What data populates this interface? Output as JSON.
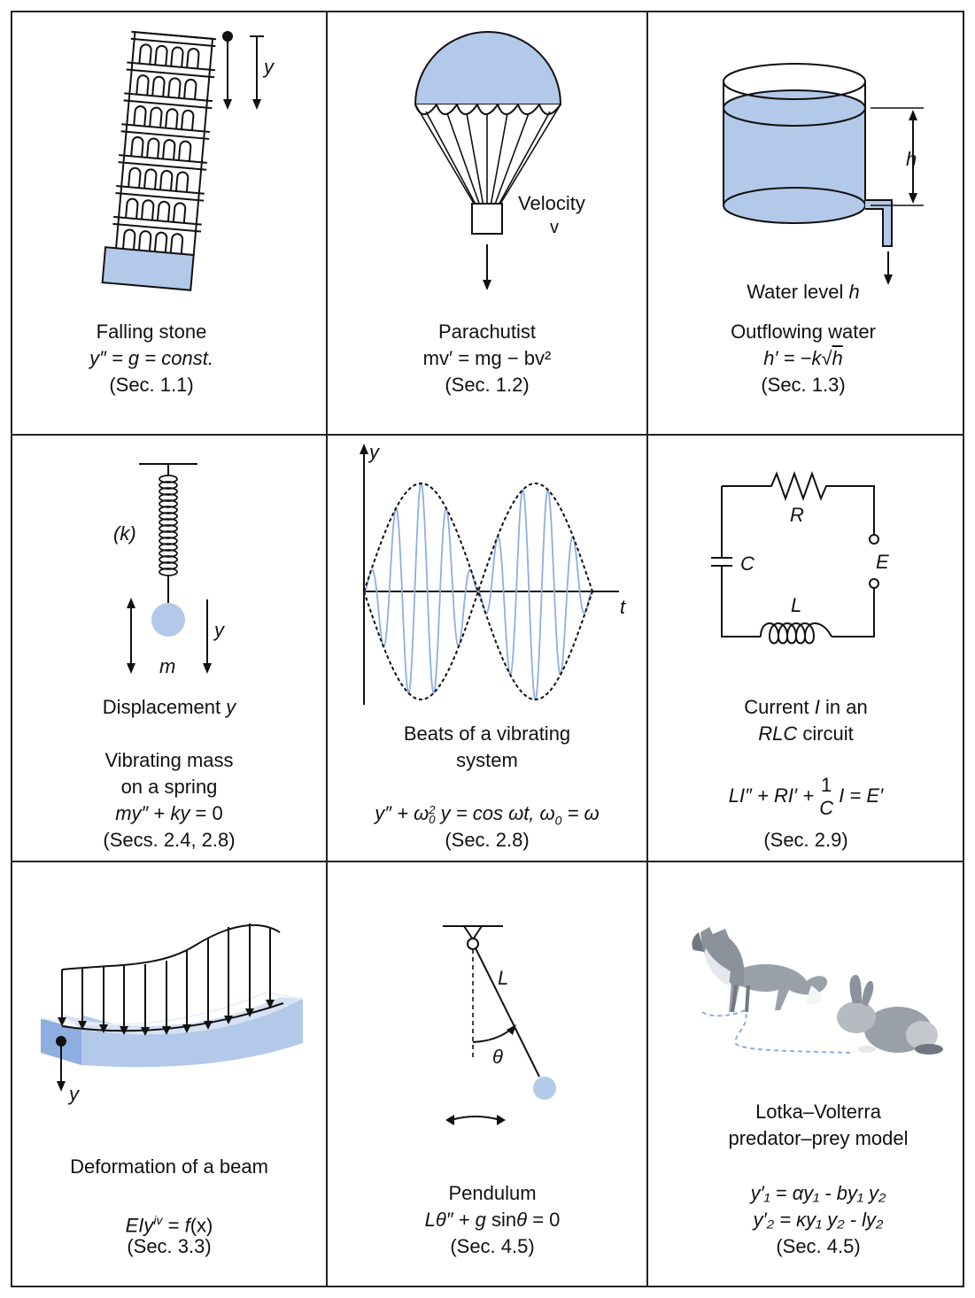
{
  "colors": {
    "fill": "#b3c9ea",
    "fill_dark": "#8eaee0",
    "line": "#111111",
    "wave": "#8eaee0"
  },
  "cells": {
    "falling_stone": {
      "title": "Falling stone",
      "eq": "y″ = g = const.",
      "ref": "(Sec. 1.1)",
      "label_y": "y"
    },
    "parachutist": {
      "title": "Parachutist",
      "eq": "mv′ = mg − bv²",
      "ref": "(Sec. 1.2)",
      "velocity_label": "Velocity",
      "velocity_symbol": "v"
    },
    "outflowing_water": {
      "caption": "Water level",
      "caption_var": "h",
      "title": "Outflowing water",
      "eq_lhs": "h′ = −k",
      "eq_rad": "h",
      "ref": "(Sec. 1.3)",
      "label_h": "h"
    },
    "vibrating_mass": {
      "label_k": "(k)",
      "label_y": "y",
      "label_m": "m",
      "caption": "Displacement",
      "caption_var": "y",
      "title_line1": "Vibrating mass",
      "title_line2": "on a spring",
      "eq_m": "my″",
      "eq_plus": " + ",
      "eq_k": "ky",
      "eq_rest": " = 0",
      "ref": "(Secs. 2.4, 2.8)"
    },
    "beats": {
      "axis_y": "y",
      "axis_t": "t",
      "title_line1": "Beats of a vibrating",
      "title_line2": "system",
      "eq_a": "y″ + ω",
      "eq_sub0": "0",
      "eq_sup2": "2",
      "eq_b": " y = cos ωt, ω",
      "eq_sub1": "0",
      "eq_c": " = ω",
      "ref": "(Sec. 2.8)"
    },
    "rlc": {
      "label_R": "R",
      "label_C": "C",
      "label_E": "E",
      "label_L": "L",
      "caption_a": "Current ",
      "caption_I": "I",
      "caption_b": " in an",
      "caption_rlc": "RLC",
      "caption_c": " circuit",
      "eq_a": "LI″ + RI′ + ",
      "frac_num": "1",
      "frac_den": "C",
      "eq_b": " I = E′",
      "ref": "(Sec. 2.9)"
    },
    "beam": {
      "label_y": "y",
      "title": "Deformation of a beam",
      "eq_a": "EIy",
      "eq_sup": "iv",
      "eq_b": " = ",
      "eq_f": "f",
      "eq_c": "(x)",
      "ref": "(Sec. 3.3)"
    },
    "pendulum": {
      "label_L": "L",
      "label_theta": "θ",
      "title": "Pendulum",
      "eq_a": "Lθ″ + ",
      "eq_g": "g",
      "eq_b": " sin",
      "eq_theta": "θ",
      "eq_c": " = 0",
      "ref": "(Sec. 4.5)"
    },
    "lotka": {
      "title_line1": "Lotka–Volterra",
      "title_line2": "predator–prey model",
      "eq1": "y′₁ = αy₁ - by₁ y₂",
      "eq2": "y′₂ = κy₁ y₂ - ly₂",
      "ref": "(Sec. 4.5)"
    }
  }
}
